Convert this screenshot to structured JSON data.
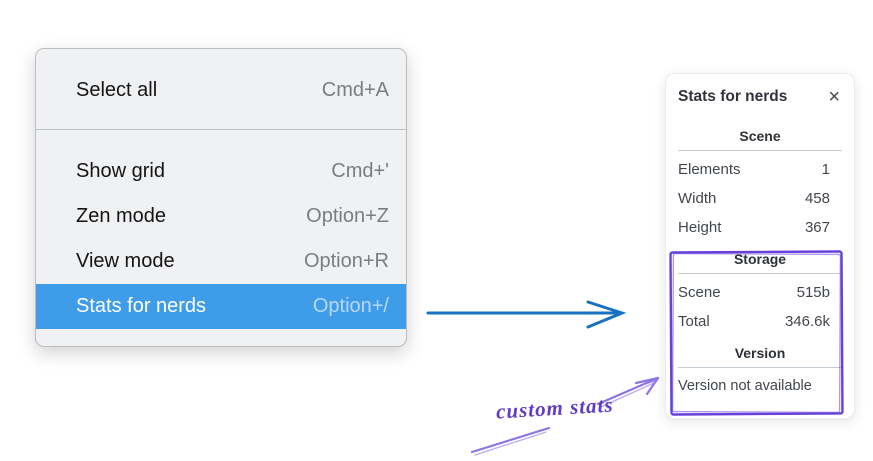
{
  "context_menu": {
    "groups": [
      {
        "items": [
          {
            "label": "Select all",
            "shortcut": "Cmd+A",
            "highlighted": false
          }
        ]
      },
      {
        "items": [
          {
            "label": "Show grid",
            "shortcut": "Cmd+'",
            "highlighted": false
          },
          {
            "label": "Zen mode",
            "shortcut": "Option+Z",
            "highlighted": false
          },
          {
            "label": "View mode",
            "shortcut": "Option+R",
            "highlighted": false
          },
          {
            "label": "Stats for nerds",
            "shortcut": "Option+/",
            "highlighted": true
          }
        ]
      }
    ]
  },
  "stats_panel": {
    "title": "Stats for nerds",
    "close_icon": "×",
    "sections": [
      {
        "header": "Scene",
        "rows": [
          {
            "label": "Elements",
            "value": "1"
          },
          {
            "label": "Width",
            "value": "458"
          },
          {
            "label": "Height",
            "value": "367"
          }
        ]
      },
      {
        "header": "Storage",
        "rows": [
          {
            "label": "Scene",
            "value": "515b"
          },
          {
            "label": "Total",
            "value": "346.6k"
          }
        ]
      },
      {
        "header": "Version",
        "rows": [],
        "note": "Version not available"
      }
    ]
  },
  "annotation": {
    "label": "custom stats"
  },
  "colors": {
    "menu_highlight": "#3f9ce9",
    "flow_arrow_blue": "#1971c2",
    "annotation_box_purple": "#6741d9",
    "annotation_arrow_purple": "#8d75e6",
    "annotation_text_purple": "#5f3dc4"
  }
}
